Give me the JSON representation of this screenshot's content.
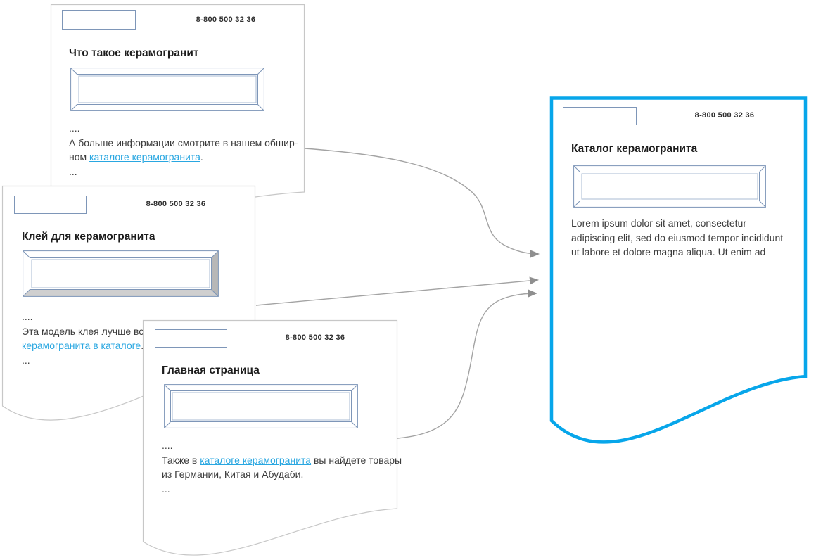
{
  "colors": {
    "highlight_border": "#07a6ea",
    "link": "#29a7e1",
    "page_border": "#c7c7c7",
    "frame_stroke": "#7e96b8",
    "bevel_shadow_right": "#b7b7b7",
    "bevel_shadow_bottom": "#cfcfcf",
    "arrow": "#a3a3a3",
    "text": "#3c3c3c"
  },
  "pages": [
    {
      "id": "what-is-page",
      "title": "Что такое керамогранит",
      "phone": "8-800 500 32 36",
      "body": [
        [
          {
            "t": "...."
          }
        ],
        [
          {
            "t": "А больше информации смотрите в нашем обшир-"
          }
        ],
        [
          {
            "t": "ном "
          },
          {
            "t": "каталоге керамогранита",
            "link": true
          },
          {
            "t": "."
          }
        ],
        [
          {
            "t": "..."
          }
        ]
      ]
    },
    {
      "id": "glue-page",
      "title": "Клей для керамогранита",
      "phone": "8-800 500 32 36",
      "body": [
        [
          {
            "t": "...."
          }
        ],
        [
          {
            "t": "Эта модель клея лучше всего"
          }
        ],
        [
          {
            "t": "керамогранита в каталоге",
            "link": true
          },
          {
            "t": "."
          }
        ],
        [
          {
            "t": "..."
          }
        ]
      ]
    },
    {
      "id": "home-page",
      "title": "Главная страница",
      "phone": "8-800 500 32 36",
      "body": [
        [
          {
            "t": "...."
          }
        ],
        [
          {
            "t": "Также в "
          },
          {
            "t": "каталоге керамогранита",
            "link": true
          },
          {
            "t": " вы найдете товары"
          }
        ],
        [
          {
            "t": "из Германии, Китая и Абудаби."
          }
        ],
        [
          {
            "t": "..."
          }
        ]
      ]
    },
    {
      "id": "catalog-page",
      "title": "Каталог керамогранита",
      "phone": "8-800 500 32 36",
      "body": [
        [
          {
            "t": "Lorem ipsum dolor sit amet, consectetur"
          }
        ],
        [
          {
            "t": "adipiscing elit, sed do eiusmod tempor incididunt"
          }
        ],
        [
          {
            "t": "ut labore et dolore magna aliqua. Ut enim ad"
          }
        ]
      ]
    }
  ],
  "connectors": [
    {
      "from": "what-is-page",
      "to": "catalog-page"
    },
    {
      "from": "glue-page",
      "to": "catalog-page"
    },
    {
      "from": "home-page",
      "to": "catalog-page"
    }
  ]
}
